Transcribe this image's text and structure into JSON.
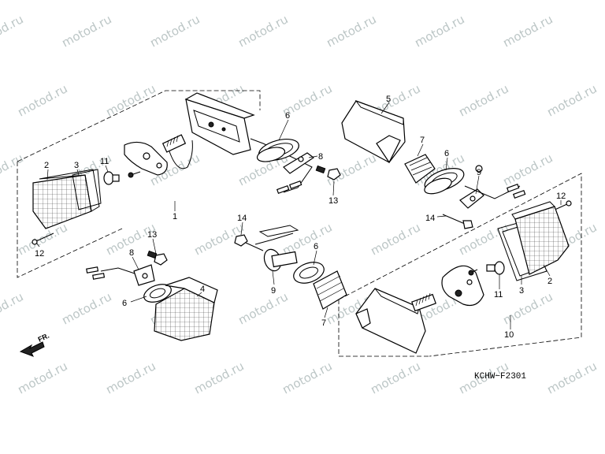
{
  "watermark": {
    "text": "motod.ru",
    "color": "#bcc6c6"
  },
  "diagram_code": "KCHW−F2301",
  "direction_label": "FR.",
  "callouts": [
    {
      "id": "left-rear-lens-2",
      "text": "2"
    },
    {
      "id": "left-rear-gasket-3",
      "text": "3"
    },
    {
      "id": "left-rear-bulb-11",
      "text": "11"
    },
    {
      "id": "left-rear-screw-12",
      "text": "12"
    },
    {
      "id": "left-rear-assembly-1",
      "text": "1"
    },
    {
      "id": "left-rear-grommet-6",
      "text": "6"
    },
    {
      "id": "left-rear-bracket-8",
      "text": "8"
    },
    {
      "id": "left-rear-nut-13",
      "text": "13"
    },
    {
      "id": "right-rear-body-5",
      "text": "5"
    },
    {
      "id": "right-rear-boot-7",
      "text": "7"
    },
    {
      "id": "right-rear-grommet-6",
      "text": "6"
    },
    {
      "id": "right-rear-stay-9",
      "text": "9"
    },
    {
      "id": "right-rear-bolt-14",
      "text": "14"
    },
    {
      "id": "right-rear-screw-12",
      "text": "12"
    },
    {
      "id": "front-left-nut-13",
      "text": "13"
    },
    {
      "id": "front-left-bracket-8",
      "text": "8"
    },
    {
      "id": "front-left-grommet-6",
      "text": "6"
    },
    {
      "id": "front-left-lens-4",
      "text": "4"
    },
    {
      "id": "front-right-bolt-14",
      "text": "14"
    },
    {
      "id": "front-right-grommet-6",
      "text": "6"
    },
    {
      "id": "front-right-stay-9",
      "text": "9"
    },
    {
      "id": "front-right-boot-7",
      "text": "7"
    },
    {
      "id": "front-right-lens-2",
      "text": "2"
    },
    {
      "id": "front-right-gasket-3",
      "text": "3"
    },
    {
      "id": "front-right-bulb-11",
      "text": "11"
    },
    {
      "id": "front-right-assembly-10",
      "text": "10"
    }
  ]
}
